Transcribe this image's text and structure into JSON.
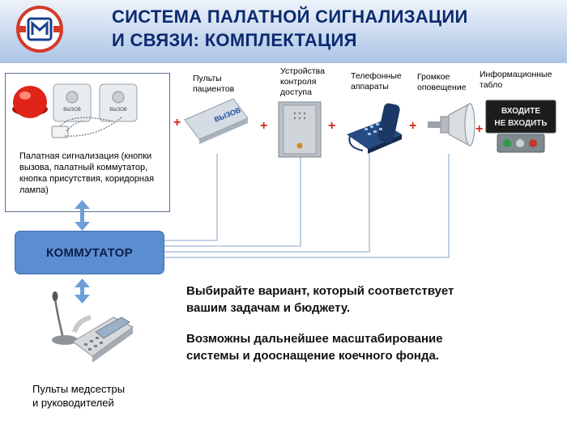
{
  "header": {
    "title": "СИСТЕМА ПАЛАТНОЙ СИГНАЛИЗАЦИИ\nИ СВЯЗИ: КОМПЛЕКТАЦИЯ"
  },
  "ward_signaling": {
    "description": "Палатная сигнализация (кнопки вызова, палатный коммутатор, кнопка присутствия, коридорная лампа)",
    "button_text": "ВЫЗОВ"
  },
  "devices": [
    {
      "id": "patient-consoles",
      "label": "Пульты пациентов",
      "device_text": "ВЫЗОВ"
    },
    {
      "id": "access-control",
      "label": "Устройства контроля доступа"
    },
    {
      "id": "telephones",
      "label": "Телефонные аппараты"
    },
    {
      "id": "loud-notification",
      "label": "Громкое оповещение"
    },
    {
      "id": "info-boards",
      "label": "Информационные табло",
      "board_line1": "ВХОДИТЕ",
      "board_line2": "НЕ ВХОДИТЬ"
    }
  ],
  "plus_sign": "+",
  "commutator": {
    "label": "КОММУТАТОР"
  },
  "messages": {
    "choose": "Выбирайте вариант, который соответствует\nвашим задачам и бюджету.",
    "scale": "Возможны дальнейшее масштабирование\nсистемы и дооснащение коечного фонда."
  },
  "nurse_consoles": {
    "label": "Пульты медсестры\nи руководителей"
  },
  "colors": {
    "title": "#0c2a70",
    "commutator": "#5b8ed0",
    "plus": "#d8261c",
    "connector": "#9fb6d3",
    "arrow": "#6f9fd8"
  }
}
